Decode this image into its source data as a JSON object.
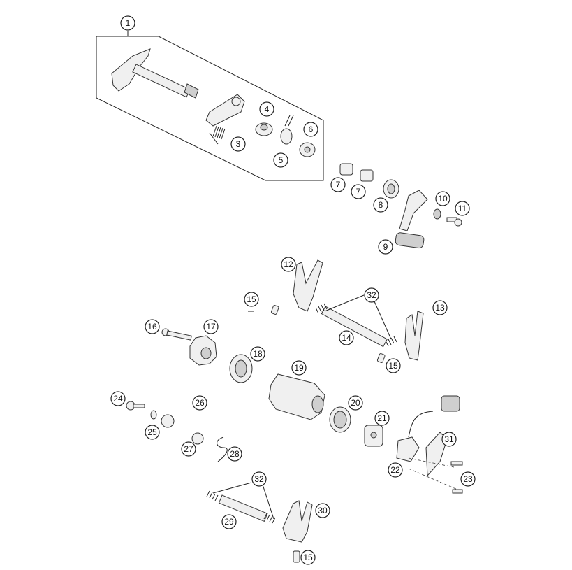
{
  "callouts": [
    {
      "id": "c1",
      "label": "1"
    },
    {
      "id": "c3",
      "label": "3"
    },
    {
      "id": "c4",
      "label": "4"
    },
    {
      "id": "c5",
      "label": "5"
    },
    {
      "id": "c6",
      "label": "6"
    },
    {
      "id": "c7a",
      "label": "7"
    },
    {
      "id": "c7b",
      "label": "7"
    },
    {
      "id": "c8",
      "label": "8"
    },
    {
      "id": "c9",
      "label": "9"
    },
    {
      "id": "c10",
      "label": "10"
    },
    {
      "id": "c11",
      "label": "11"
    },
    {
      "id": "c12",
      "label": "12"
    },
    {
      "id": "c13",
      "label": "13"
    },
    {
      "id": "c14",
      "label": "14"
    },
    {
      "id": "c15a",
      "label": "15"
    },
    {
      "id": "c15b",
      "label": "15"
    },
    {
      "id": "c15c",
      "label": "15"
    },
    {
      "id": "c16",
      "label": "16"
    },
    {
      "id": "c17",
      "label": "17"
    },
    {
      "id": "c18",
      "label": "18"
    },
    {
      "id": "c19",
      "label": "19"
    },
    {
      "id": "c20",
      "label": "20"
    },
    {
      "id": "c21",
      "label": "21"
    },
    {
      "id": "c22",
      "label": "22"
    },
    {
      "id": "c23",
      "label": "23"
    },
    {
      "id": "c24",
      "label": "24"
    },
    {
      "id": "c25",
      "label": "25"
    },
    {
      "id": "c26",
      "label": "26"
    },
    {
      "id": "c27",
      "label": "27"
    },
    {
      "id": "c28",
      "label": "28"
    },
    {
      "id": "c29",
      "label": "29"
    },
    {
      "id": "c30",
      "label": "30"
    },
    {
      "id": "c31",
      "label": "31"
    },
    {
      "id": "c32a",
      "label": "32"
    },
    {
      "id": "c32b",
      "label": "32"
    }
  ]
}
